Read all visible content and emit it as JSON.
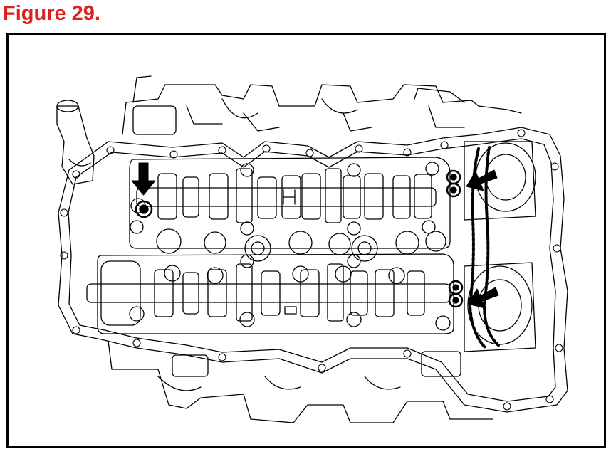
{
  "figure": {
    "title": "Figure 29.",
    "title_color": "#e0201c",
    "line_color": "#000000",
    "background": "#ffffff"
  },
  "illustration": {
    "subject_icon": "engine-cylinder-head-camshaft-icon",
    "callout_arrow_count": 3,
    "camshaft_count": 2,
    "timing_chain_visible": true
  }
}
